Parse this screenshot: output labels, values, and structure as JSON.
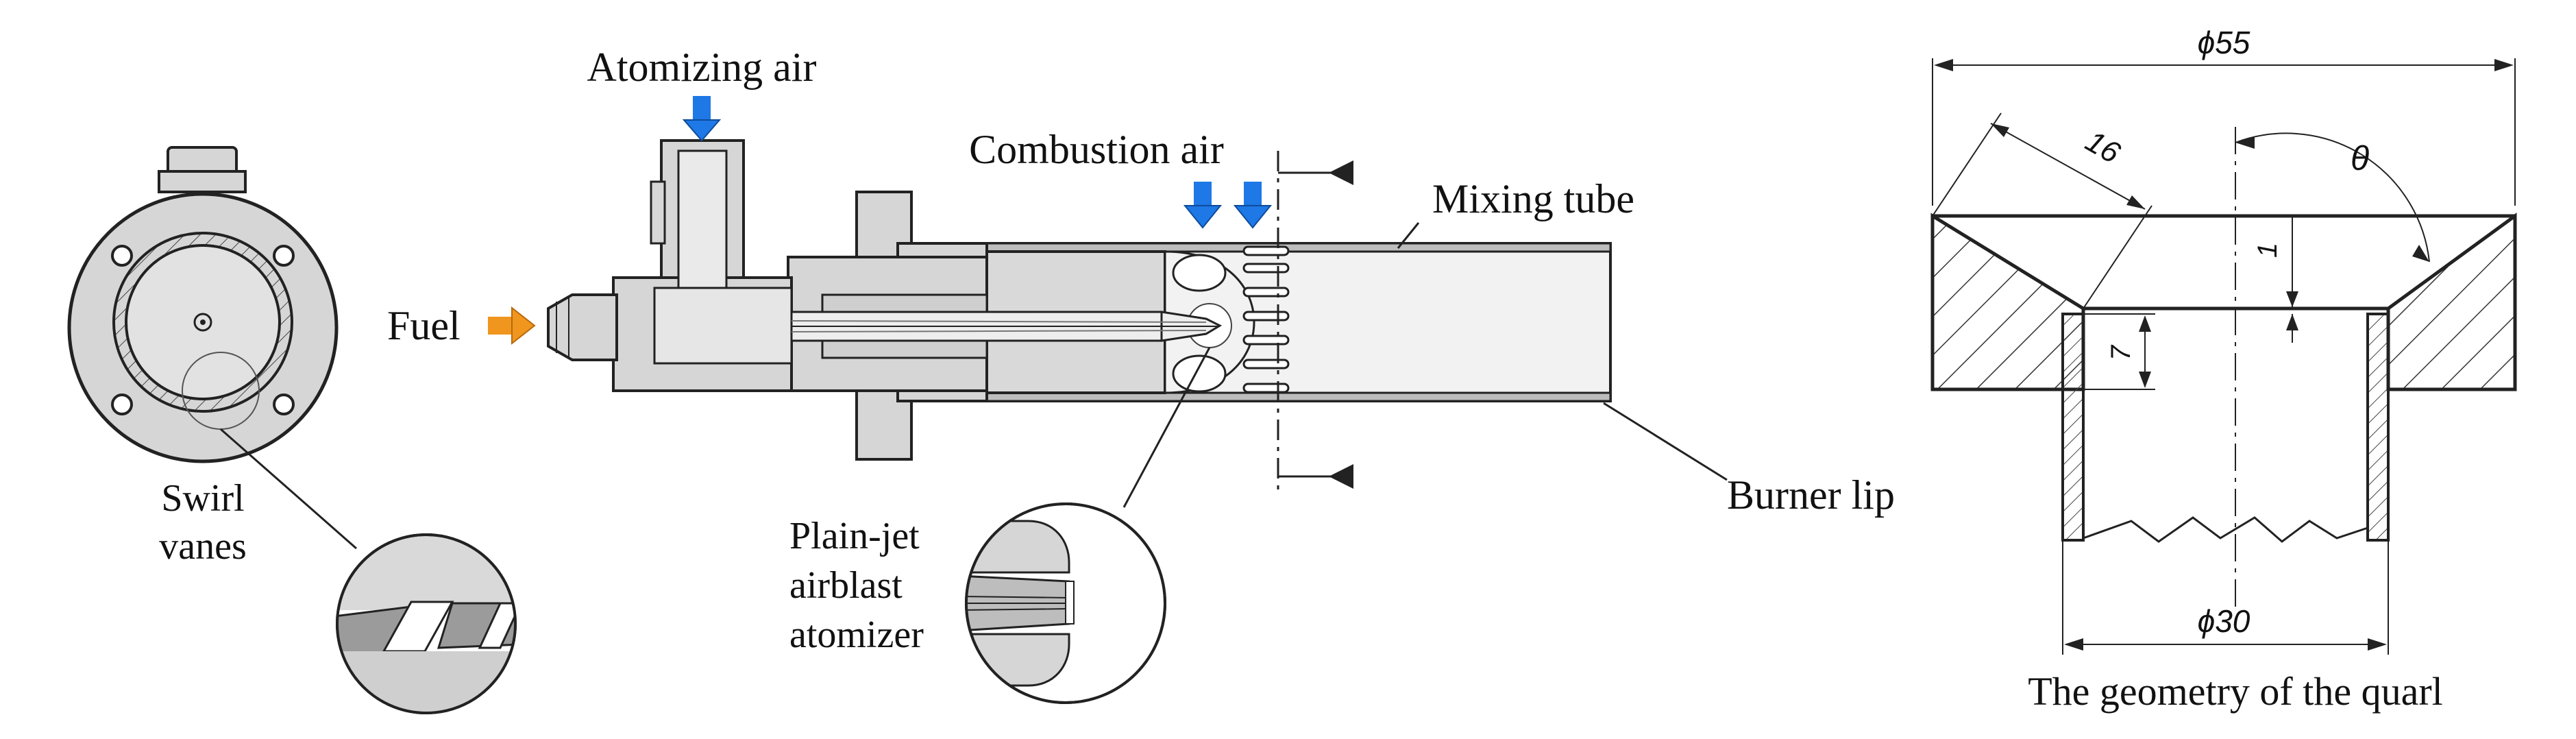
{
  "labels": {
    "atomizing_air": "Atomizing air",
    "combustion_air": "Combustion air",
    "mixing_tube": "Mixing tube",
    "fuel": "Fuel",
    "burner_lip": "Burner lip",
    "swirl_line1": "Swirl",
    "swirl_line2": "vanes",
    "atomizer_line1": "Plain-jet",
    "atomizer_line2": "airblast",
    "atomizer_line3": "atomizer",
    "quarl_caption": "The geometry of the quarl"
  },
  "dimensions": {
    "outer_diameter": "ϕ55",
    "inner_diameter": "ϕ30",
    "slant_length": "16",
    "angle": "θ",
    "step_height": "1",
    "lip_height": "7"
  },
  "colors": {
    "air_arrow": "#1e78e6",
    "fuel_arrow": "#f0961e",
    "body_fill": "#d6d6d6",
    "tube_fill": "#efefef",
    "line": "#222222"
  }
}
